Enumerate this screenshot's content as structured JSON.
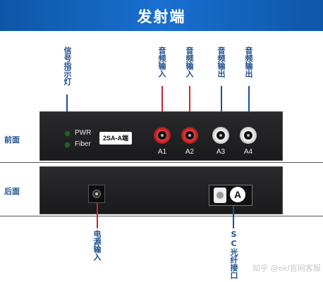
{
  "banner": {
    "title": "发射端"
  },
  "labels": {
    "indicator": "信号指示灯",
    "audio_in_1": "音频输入",
    "audio_in_2": "音频输入",
    "audio_out_1": "音频输出",
    "audio_out_2": "音频输出",
    "power_input": "电源输入",
    "sc_port": "SC光纤接口"
  },
  "side": {
    "front": "前面",
    "rear": "后面"
  },
  "front_panel": {
    "led_pwr": "PWR",
    "led_fiber": "Fiber",
    "model": "2SA-A端",
    "ports": [
      "A1",
      "A2",
      "A3",
      "A4"
    ]
  },
  "rear_panel": {
    "sc_badge": "A"
  },
  "watermark": "知乎 @ekl官网客服",
  "colors": {
    "banner": "#1a6fd0",
    "label": "#1e4f8f",
    "accent_red": "#d8202a"
  }
}
